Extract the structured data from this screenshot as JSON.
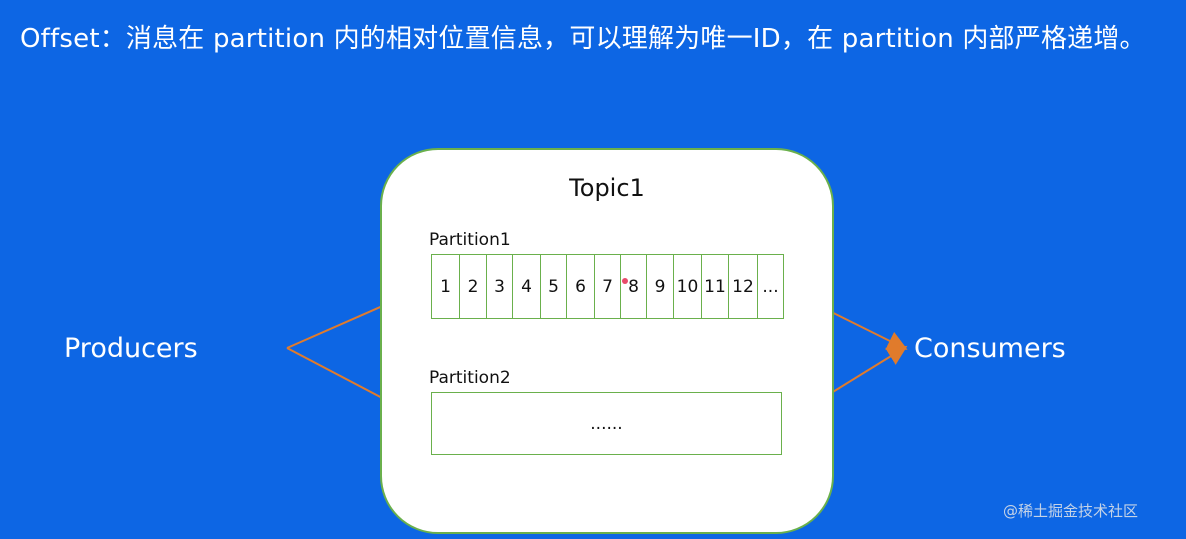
{
  "title": "Offset：消息在 partition 内的相对位置信息，可以理解为唯一ID，在 partition 内部严格递增。",
  "topic": {
    "label": "Topic1",
    "partitions": [
      {
        "label": "Partition1",
        "cells": [
          "1",
          "2",
          "3",
          "4",
          "5",
          "6",
          "7",
          "8",
          "9",
          "10",
          "11",
          "12",
          "..."
        ]
      },
      {
        "label": "Partition2",
        "content": "......"
      }
    ]
  },
  "producers_label": "Producers",
  "consumers_label": "Consumers",
  "watermark": "@稀土掘金技术社区",
  "colors": {
    "background": "#0d66e4",
    "box_border": "#6ab04c",
    "arrow": "#e07b2c"
  }
}
